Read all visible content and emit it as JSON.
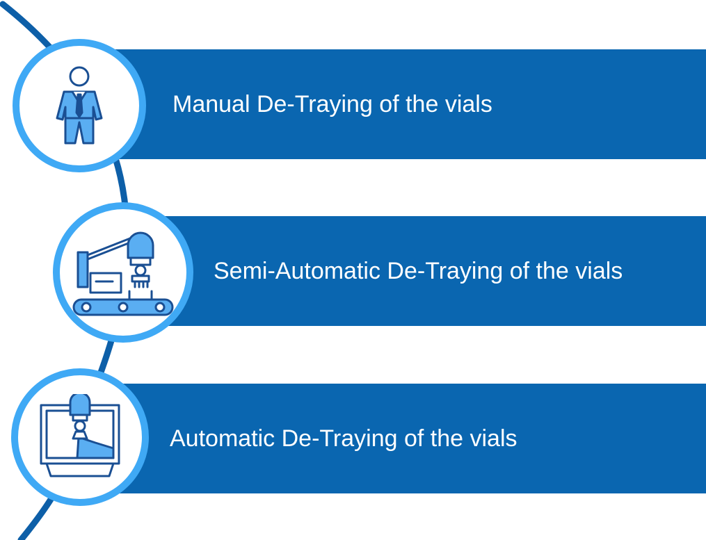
{
  "colors": {
    "band": "#0a66b0",
    "ring": "#3fa9f5",
    "arc": "#0d5fa8",
    "icon_stroke": "#1a4f93",
    "icon_fill": "#5aaef2"
  },
  "steps": [
    {
      "label": "Manual De-Traying of the vials",
      "icon": "person-icon"
    },
    {
      "label": "Semi-Automatic De-Traying of the vials",
      "icon": "robot-conveyor-icon"
    },
    {
      "label": "Automatic De-Traying of the vials",
      "icon": "automated-machine-icon"
    }
  ]
}
